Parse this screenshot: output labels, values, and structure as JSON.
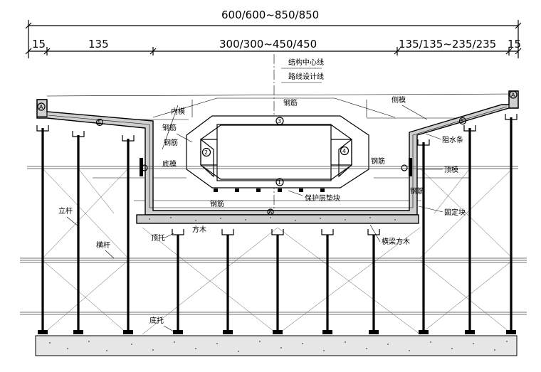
{
  "dimensions": {
    "total_width": "600/600~850/850",
    "left_edge": "15",
    "left_wing": "135",
    "middle": "300/300~450/450",
    "right_wing": "135/135~235/235",
    "right_edge": "15"
  },
  "centerline_labels": {
    "structure_centerline": "结构中心线",
    "route_design_line": "路线设计线"
  },
  "labels": {
    "side_form": "侧模",
    "inner_form": "内模",
    "rebar_top": "钢筋",
    "rebar_left": "钢筋",
    "rebar_right": "钢筋",
    "rebar_bottom": "钢筋",
    "rebar_side": "钢筋",
    "bottom_form": "底模",
    "top_form": "顶模",
    "cover_block": "保护层垫块",
    "water_strip": "阻水条",
    "fixing_block": "固定块",
    "upright": "立杆",
    "cross_bar": "横杆",
    "top_support": "顶托",
    "bottom_support": "底托",
    "square_timber": "方木",
    "crossbeam": "横梁方木"
  },
  "circle_marks": [
    "1",
    "2",
    "3",
    "4",
    "5",
    "A"
  ]
}
